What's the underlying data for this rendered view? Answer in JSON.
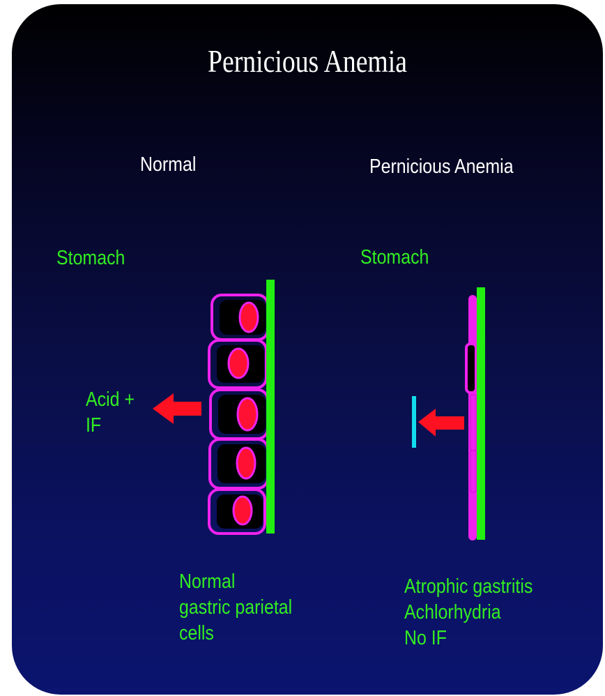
{
  "title": "Pernicious Anemia",
  "left": {
    "heading": "Normal",
    "organ_label": "Stomach",
    "arrow_label": [
      "Acid +",
      "IF"
    ],
    "caption": [
      "Normal",
      "gastric parietal",
      "cells"
    ]
  },
  "right": {
    "heading": "Pernicious Anemia",
    "organ_label": "Stomach",
    "caption": [
      "Atrophic gastritis",
      "Achlorhydria",
      "No IF"
    ]
  },
  "colors": {
    "background_top": "#000000",
    "background_bottom": "#0b146e",
    "label_green": "#33ee22",
    "mucosa_line": "#22ee11",
    "cell_outline": "#ee22ee",
    "nucleus": "#ff1133",
    "arrow": "#ff1122",
    "block_bar": "#11ddee"
  }
}
